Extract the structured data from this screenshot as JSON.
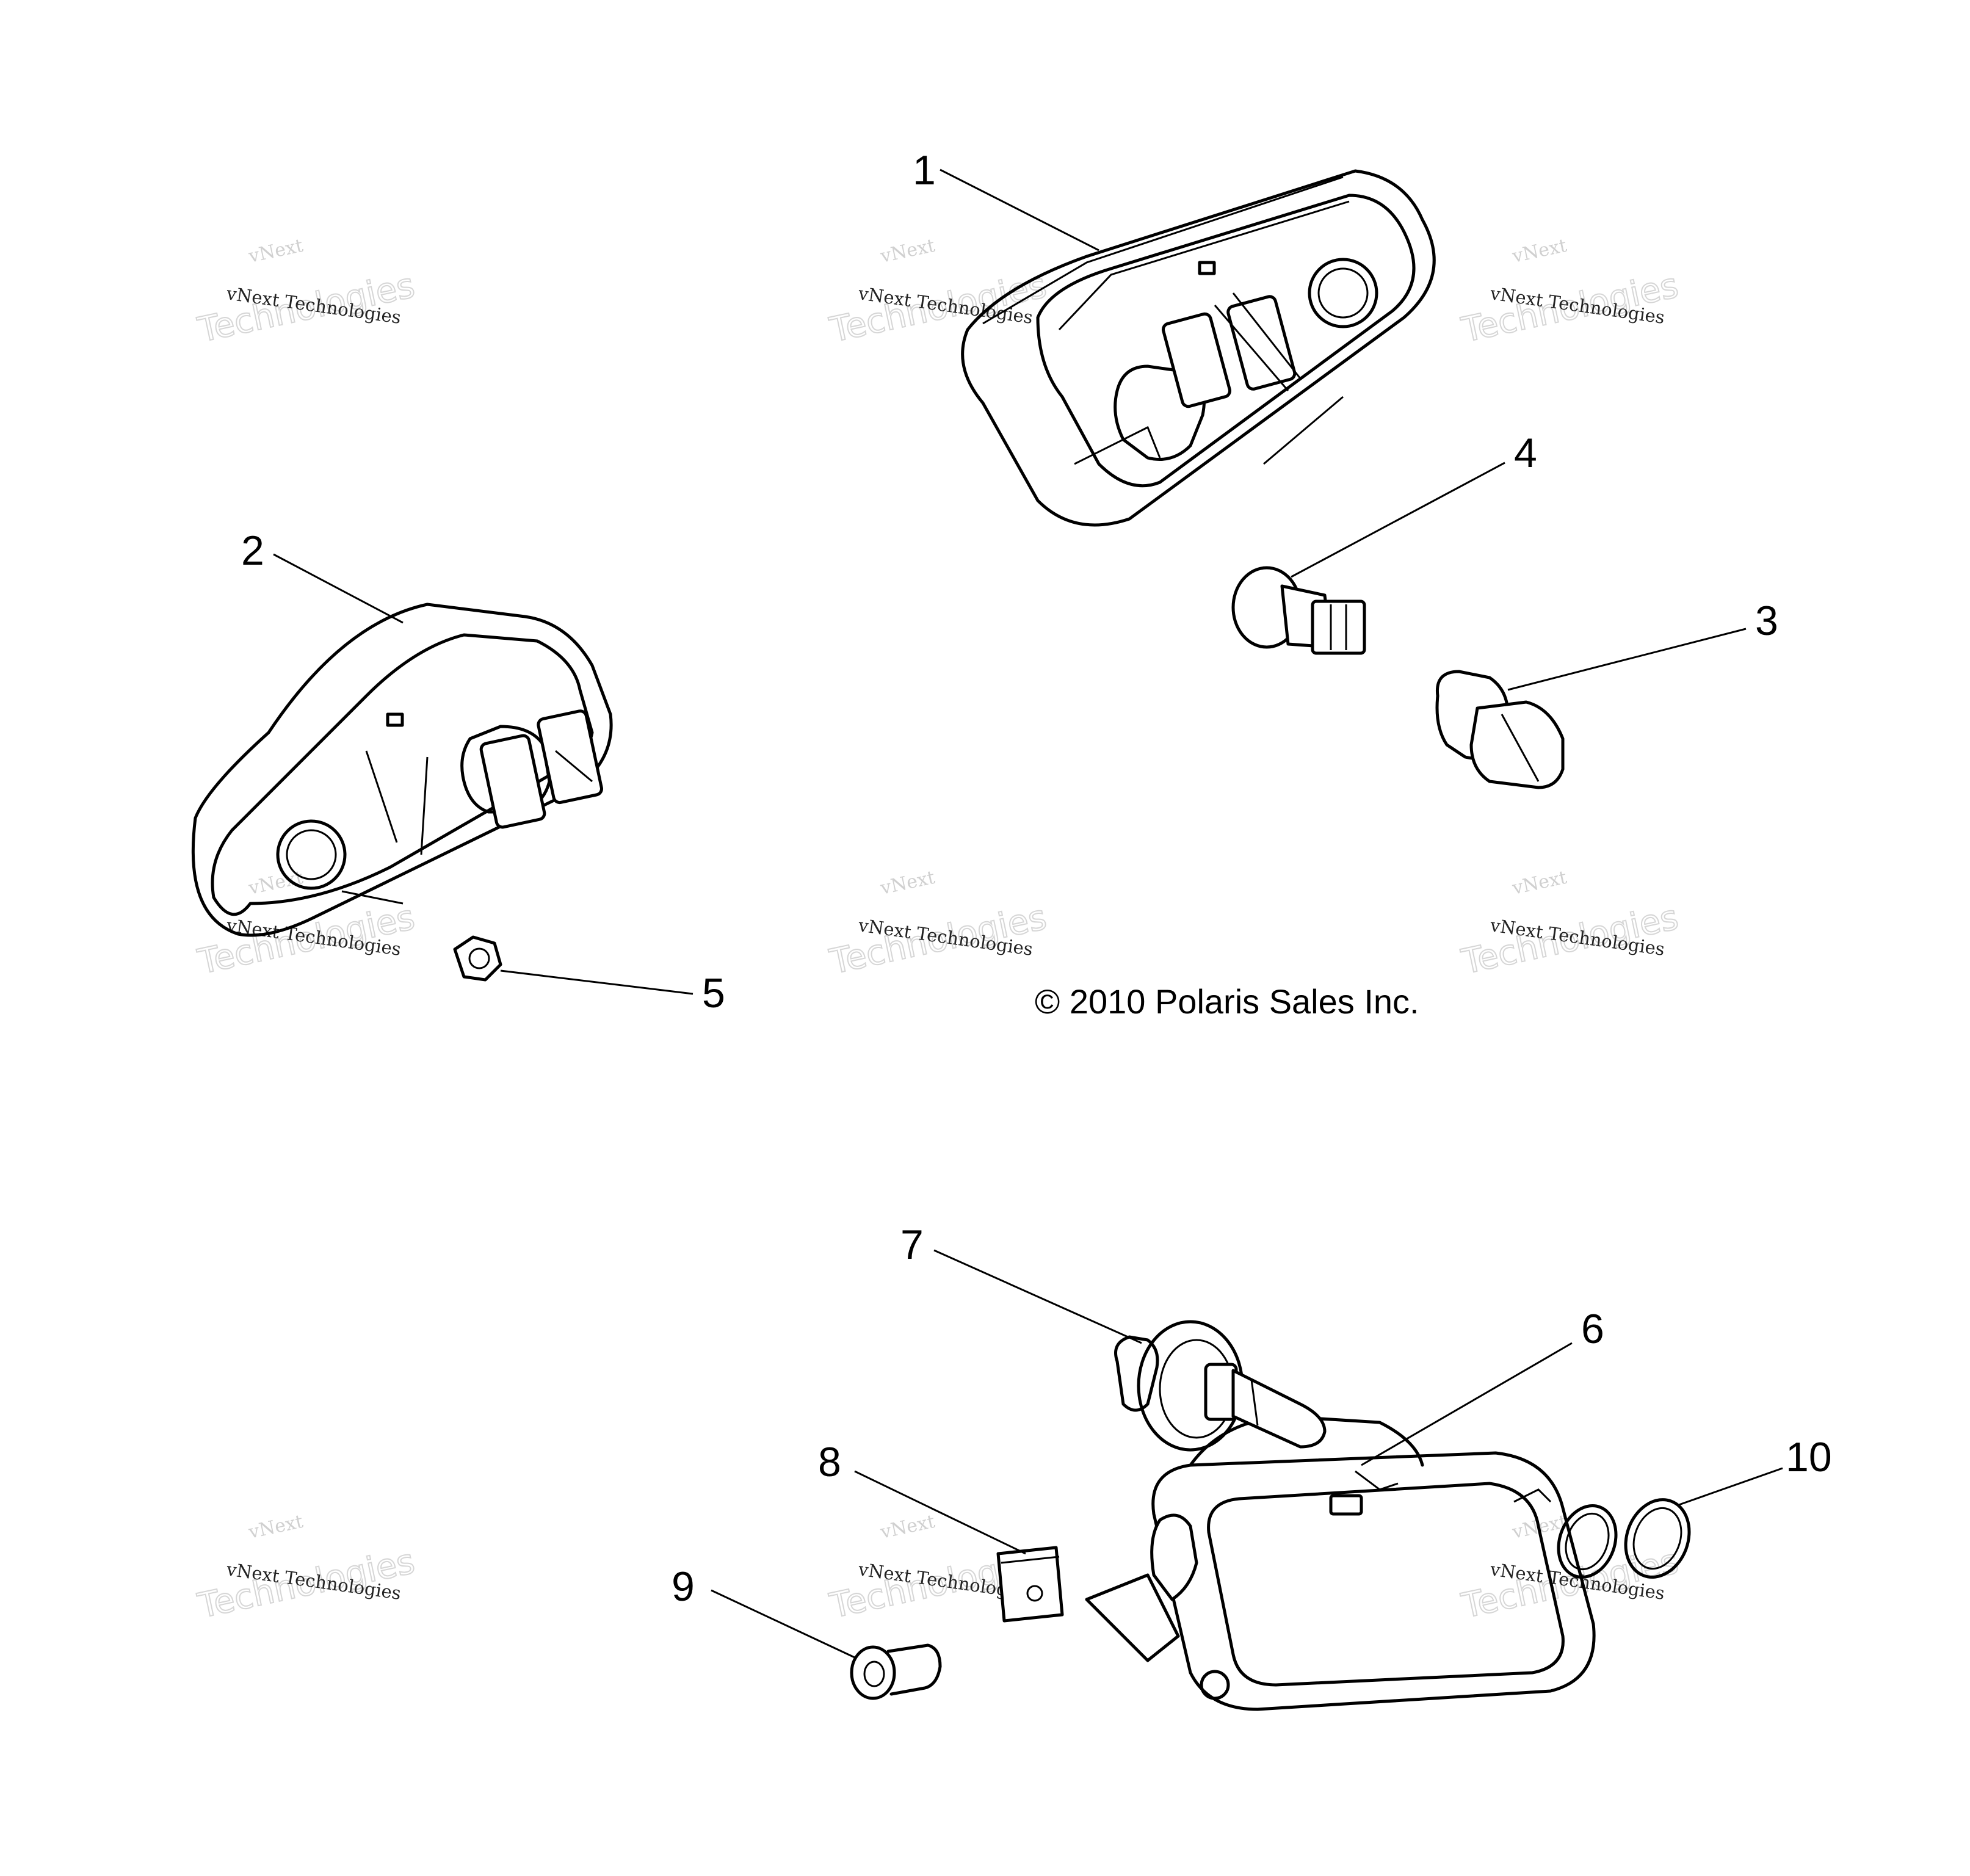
{
  "copyright": "© 2010 Polaris Sales Inc.",
  "watermark": {
    "line1": "vNext",
    "line2": "Technologies",
    "line3": "vNext Technologies"
  },
  "callouts": [
    {
      "id": "1",
      "label": "1"
    },
    {
      "id": "2",
      "label": "2"
    },
    {
      "id": "3",
      "label": "3"
    },
    {
      "id": "4",
      "label": "4"
    },
    {
      "id": "5",
      "label": "5"
    },
    {
      "id": "6",
      "label": "6"
    },
    {
      "id": "7",
      "label": "7"
    },
    {
      "id": "8",
      "label": "8"
    },
    {
      "id": "9",
      "label": "9"
    },
    {
      "id": "10",
      "label": "10"
    }
  ]
}
